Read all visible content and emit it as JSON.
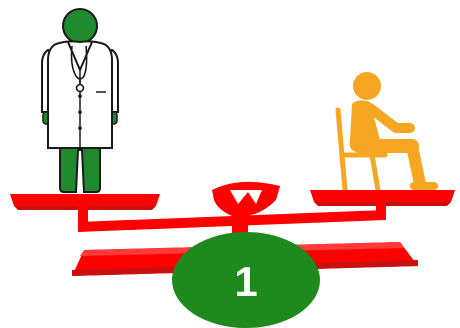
{
  "scene": {
    "badge": {
      "label": "1"
    },
    "colors": {
      "scale": "#ff0000",
      "scale_shadow": "#c81010",
      "doctor_green": "#1f8a2e",
      "doctor_outline": "#1a1a1a",
      "coat": "#ffffff",
      "patient_orange": "#f5a623",
      "badge_fill": "#1e8a1e",
      "badge_text": "#ffffff"
    },
    "figures": {
      "left": "doctor-in-white-coat-with-stethoscope",
      "right": "person-seated-on-chair"
    }
  }
}
